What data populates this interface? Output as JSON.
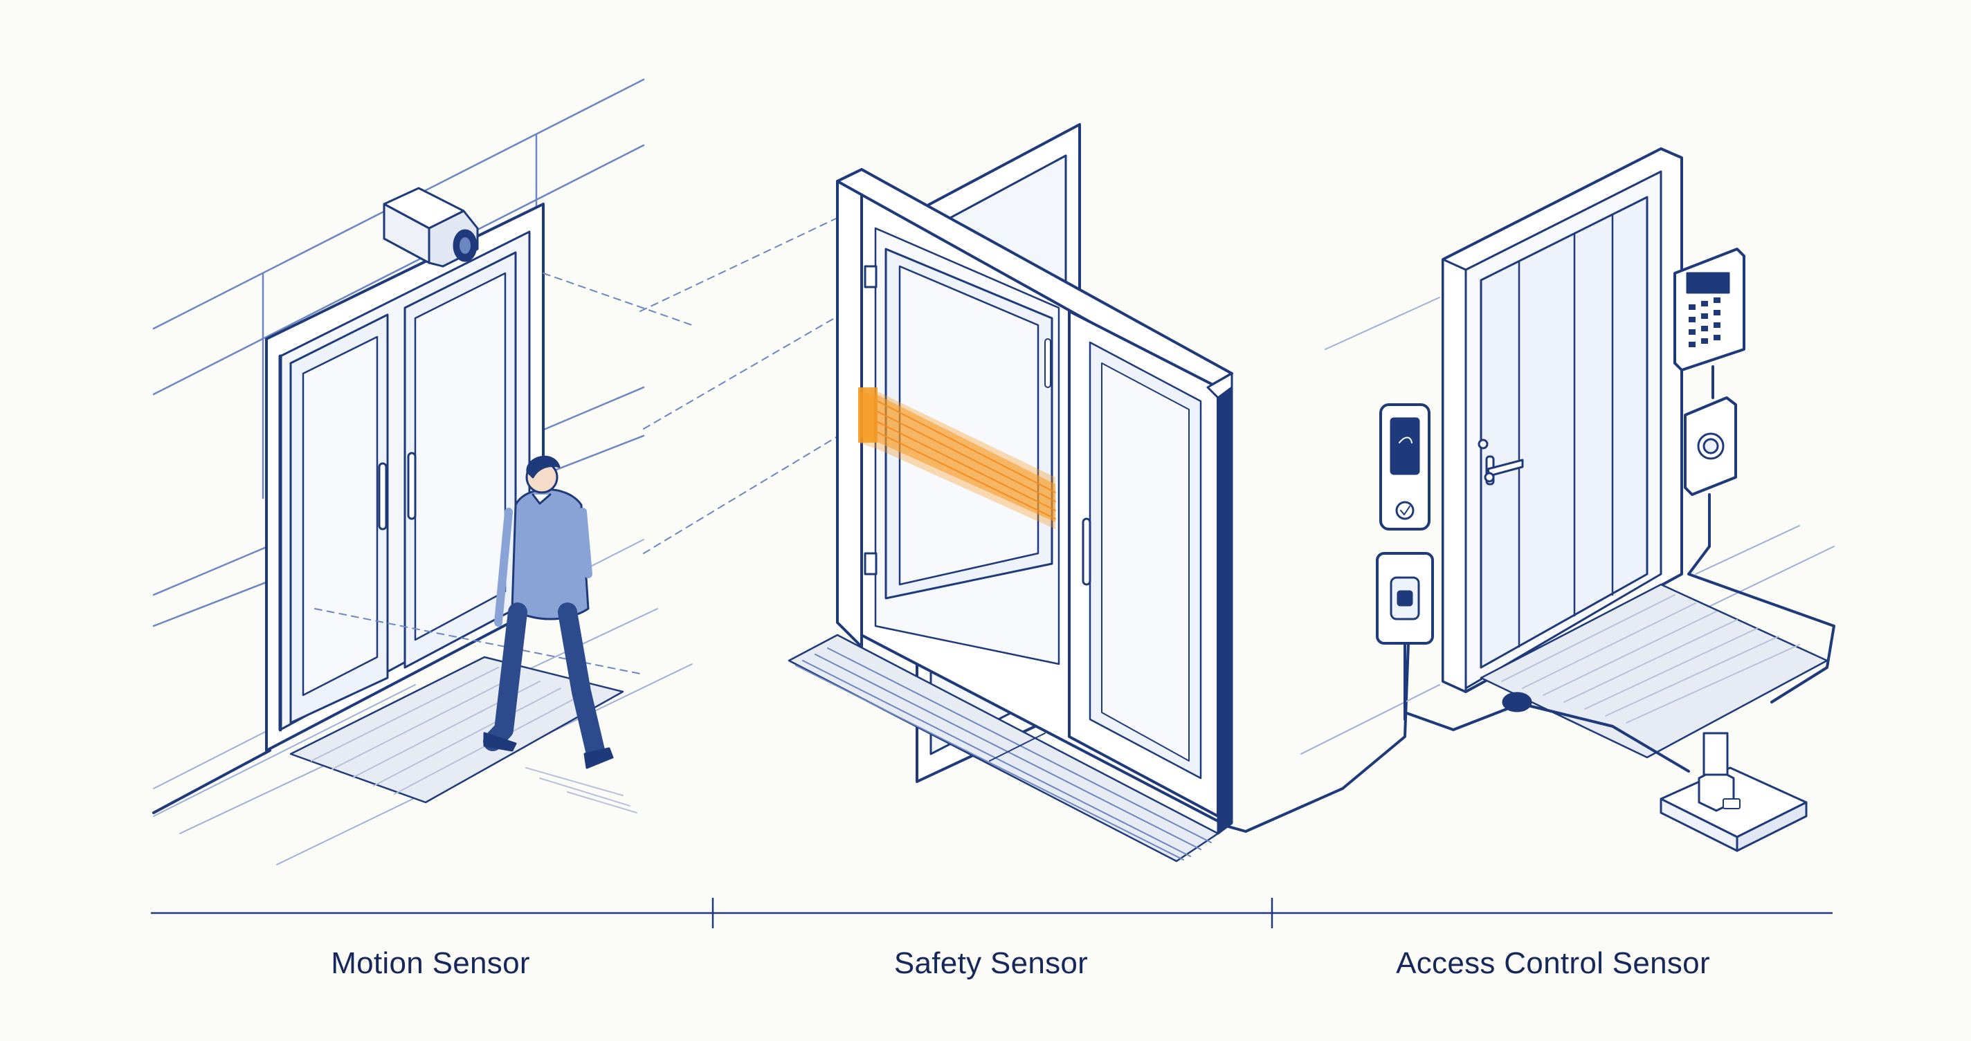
{
  "panels": [
    {
      "id": "motion",
      "label": "Motion Sensor"
    },
    {
      "id": "safety",
      "label": "Safety Sensor"
    },
    {
      "id": "access",
      "label": "Access Control Sensor"
    }
  ],
  "colors": {
    "background": "#fbfbf8",
    "line": "#1e3a7a",
    "line_light": "#6c86c2",
    "wall": "#9fb0d6",
    "glass": "#eef3fb",
    "beam": "#f59a23",
    "figure_jacket": "#8aa3d6",
    "figure_trousers": "#2d4a8c",
    "caption_text": "#16275a"
  }
}
